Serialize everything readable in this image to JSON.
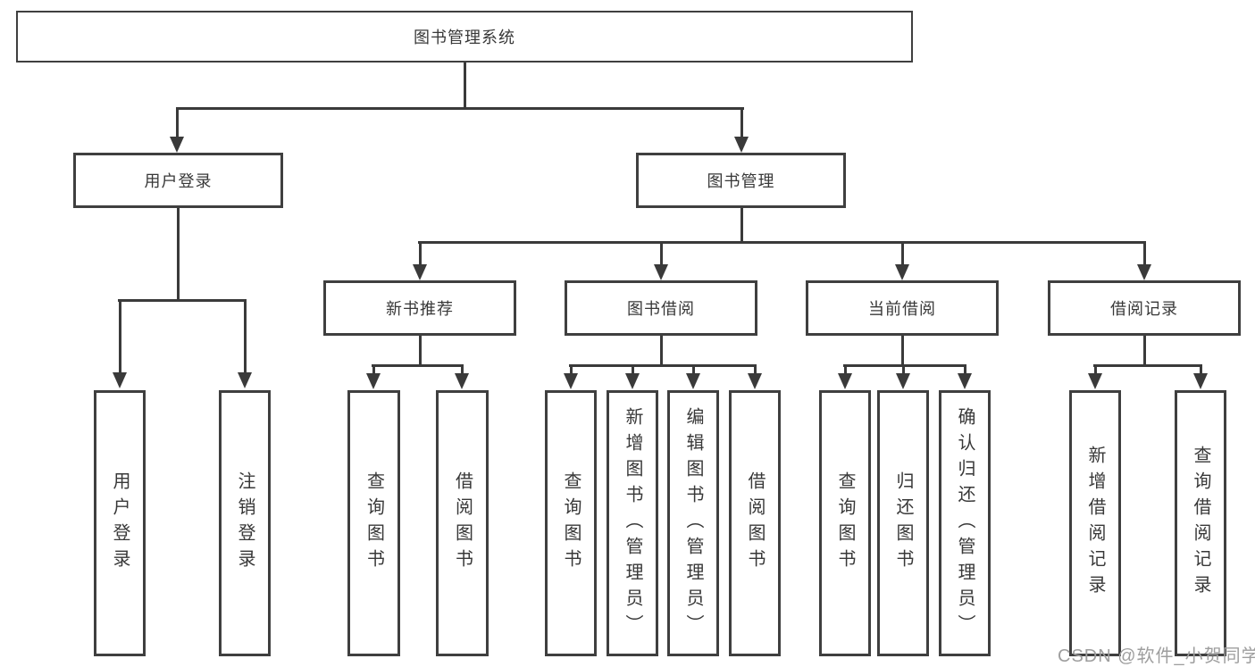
{
  "diagram": {
    "root": "图书管理系统",
    "level2": [
      "用户登录",
      "图书管理"
    ],
    "level3": [
      "新书推荐",
      "图书借阅",
      "当前借阅",
      "借阅记录"
    ],
    "leaves": {
      "user_login": [
        "用户登录",
        "注销登录"
      ],
      "new_books": [
        "查询图书",
        "借阅图书"
      ],
      "book_borrow": [
        "查询图书",
        "新增图书（管理员）",
        "编辑图书（管理员）",
        "借阅图书"
      ],
      "current_borrow": [
        "查询图书",
        "归还图书",
        "确认归还（管理员）"
      ],
      "borrow_records": [
        "新增借阅记录",
        "查询借阅记录"
      ]
    }
  },
  "watermark": "CSDN @软件_小贺同学",
  "colors": {
    "line": "#3a3a3a",
    "border": "#3f3f3f",
    "text": "#383838",
    "watermark": "#9e9e9e",
    "background": "#ffffff"
  }
}
